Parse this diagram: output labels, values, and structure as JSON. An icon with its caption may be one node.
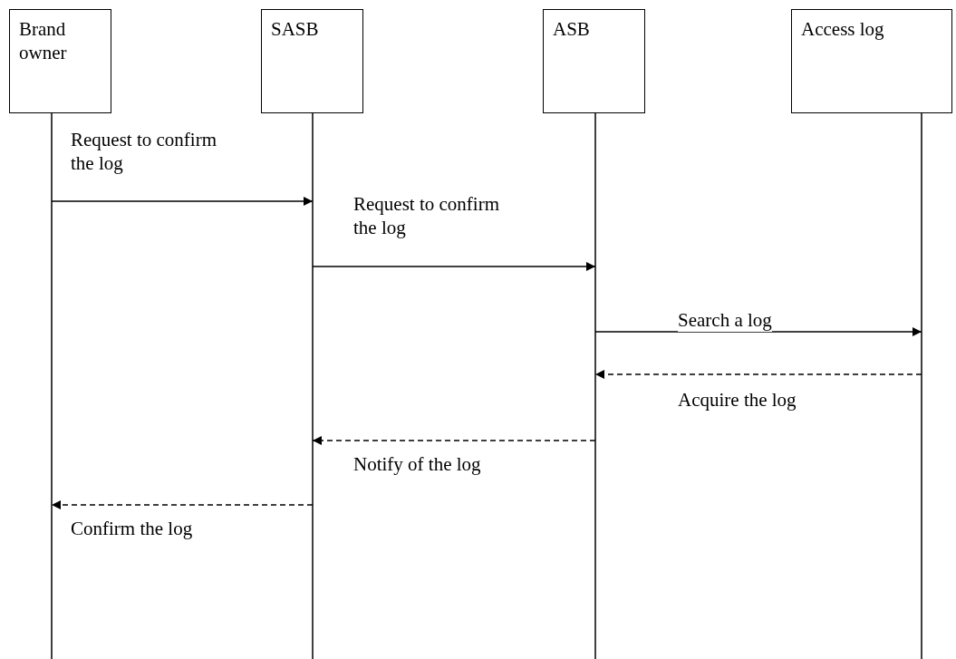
{
  "diagram": {
    "nodes": [
      {
        "text": [
          "Brand owner"
        ]
      },
      {
        "text": [
          "SASB"
        ]
      },
      {
        "text": [
          "ASB"
        ]
      },
      {
        "text": [
          "Access log"
        ]
      }
    ],
    "edges": [
      {
        "from": 0,
        "to": 1,
        "arrow": "to",
        "label": "Request to confirm the log"
      },
      {
        "from": 1,
        "to": 2,
        "arrow": "to",
        "label": "Request to confirm the log"
      },
      {
        "from": 2,
        "to": 3,
        "arrow": "to",
        "label": "Search a log"
      },
      {
        "from": 3,
        "to": 2,
        "arrow": "to",
        "label": "Acquire the log",
        "style": "dashed"
      },
      {
        "from": 2,
        "to": 1,
        "arrow": "to",
        "label": "Notify of the log",
        "style": "dashed"
      },
      {
        "from": 1,
        "to": 0,
        "arrow": "to",
        "label": "Confirm the log",
        "style": "dashed"
      }
    ]
  }
}
